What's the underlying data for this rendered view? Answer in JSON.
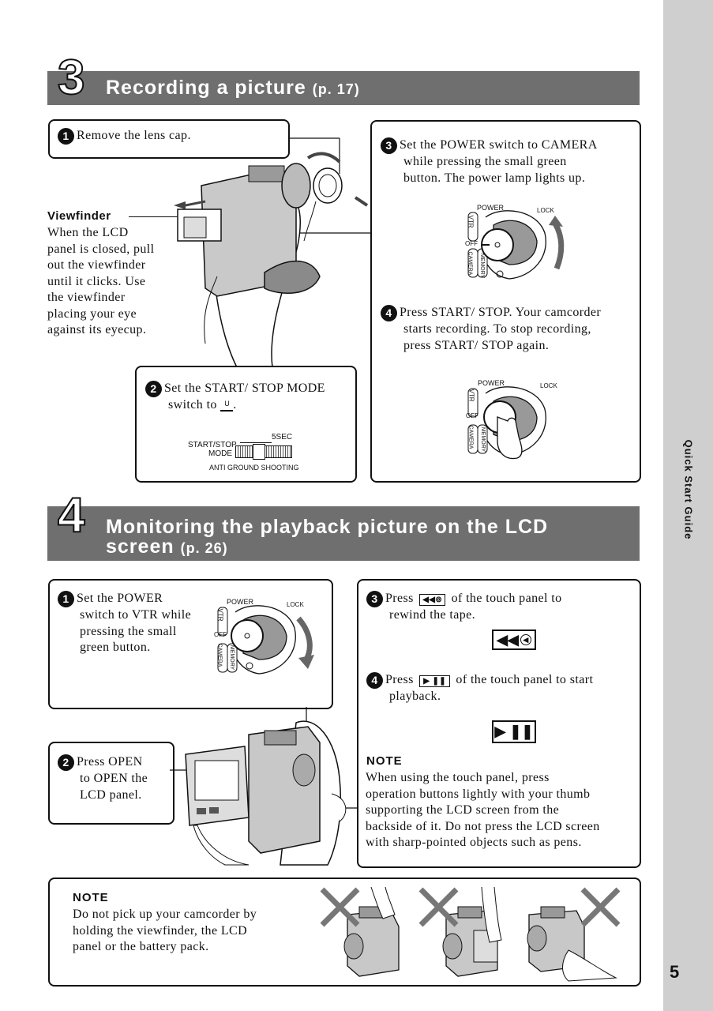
{
  "sidebar": {
    "label": "Quick Start Guide",
    "page_number": "5"
  },
  "section3": {
    "number": "3",
    "title": "Recording a picture",
    "ref": "(p. 17)",
    "step1": {
      "num": "1",
      "text": "Remove the lens cap."
    },
    "viewfinder": {
      "heading": "Viewfinder",
      "lines": [
        "When the LCD",
        "panel is closed, pull",
        "out the viewfinder",
        "until it clicks. Use",
        "the viewfinder",
        "placing your eye",
        "against its eyecup."
      ]
    },
    "step2": {
      "num": "2",
      "line1": "Set the START/ STOP MODE",
      "line2": "switch to",
      "line2_end": "."
    },
    "mode_switch": {
      "left": "START/STOP",
      "left2": "MODE",
      "top_right": "5SEC",
      "bottom": "ANTI GROUND SHOOTING"
    },
    "step3": {
      "num": "3",
      "lines": [
        "Set the POWER switch to CAMERA",
        "while pressing the small green",
        "button. The power lamp lights up."
      ]
    },
    "step4": {
      "num": "4",
      "lines": [
        "Press START/ STOP. Your camcorder",
        "starts recording. To stop recording,",
        "press START/ STOP again."
      ]
    },
    "dial": {
      "power": "POWER",
      "lock": "LOCK",
      "vtr": "VTR",
      "off": "OFF",
      "camera": "CAMERA",
      "memory": "MEMORY"
    }
  },
  "section4": {
    "number": "4",
    "title_line1": "Monitoring the playback picture on the LCD",
    "title_line2": "screen",
    "ref": "(p. 26)",
    "step1": {
      "num": "1",
      "lines": [
        "Set the POWER",
        "switch to VTR while",
        "pressing the small",
        "green button."
      ]
    },
    "step2": {
      "num": "2",
      "lines": [
        "Press OPEN",
        "to OPEN the",
        "LCD panel."
      ]
    },
    "step3": {
      "num": "3",
      "pre": "Press",
      "post": "of the touch panel to",
      "line2": "rewind the tape."
    },
    "step4": {
      "num": "4",
      "pre": "Press",
      "post": "of the touch panel to start",
      "line2": "playback."
    },
    "note": {
      "heading": "NOTE",
      "lines": [
        "When using the touch panel, press",
        "operation buttons lightly with your thumb",
        "supporting the LCD screen from the",
        "backside of it. Do not press the LCD screen",
        "with sharp-pointed objects such as pens."
      ]
    }
  },
  "bottom_note": {
    "heading": "NOTE",
    "lines": [
      "Do not pick up your camcorder by",
      "holding the viewfinder, the LCD",
      "panel or the battery pack."
    ]
  },
  "icons": {
    "rewind": "rewind-icon",
    "play_pause": "play-pause-icon",
    "cross": "cross-icon"
  }
}
